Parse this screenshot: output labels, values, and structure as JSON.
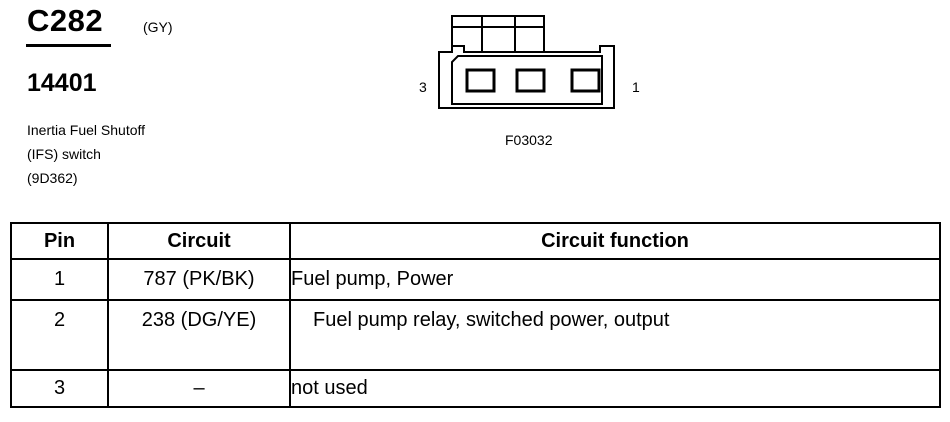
{
  "header": {
    "connector_id": "C282",
    "connector_color": "(GY)",
    "part_number": "14401",
    "description_lines": [
      "Inertia Fuel Shutoff",
      "(IFS) switch",
      "(9D362)"
    ]
  },
  "figure": {
    "pin_left_label": "3",
    "pin_right_label": "1",
    "figure_ref": "F03032"
  },
  "table": {
    "headers": [
      "Pin",
      "Circuit",
      "Circuit function"
    ],
    "rows": [
      {
        "pin": "1",
        "circuit": "787 (PK/BK)",
        "function": "Fuel pump, Power"
      },
      {
        "pin": "2",
        "circuit": "238 (DG/YE)",
        "function": "Fuel pump relay, switched power, output"
      },
      {
        "pin": "3",
        "circuit": "–",
        "function": "not used"
      }
    ]
  }
}
